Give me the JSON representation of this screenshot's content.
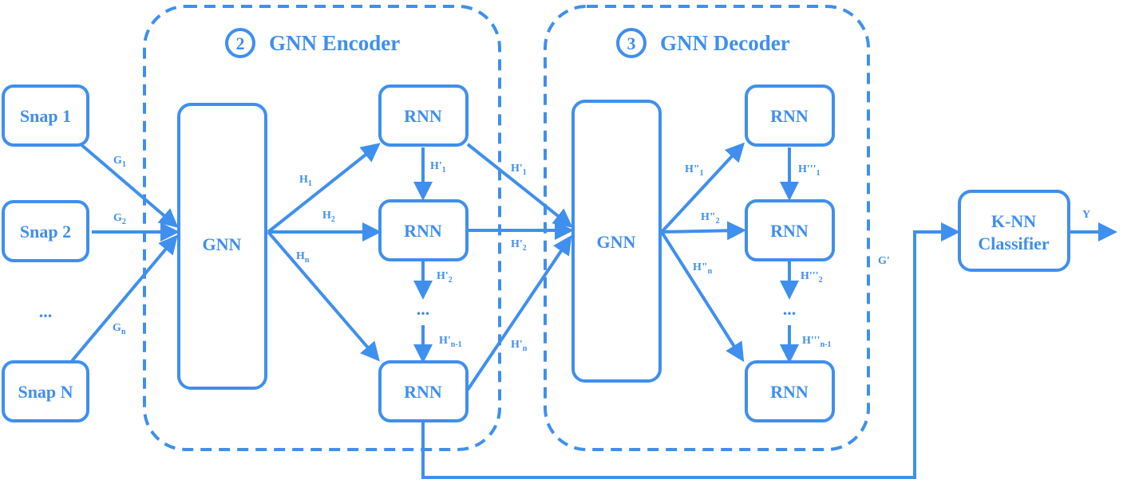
{
  "colors": {
    "accent": "#3f8fee",
    "background": "#ffffff"
  },
  "encoder": {
    "number": "2",
    "title": "GNN Encoder"
  },
  "decoder": {
    "number": "3",
    "title": "GNN Decoder"
  },
  "inputs": {
    "snap1": "Snap 1",
    "snap2": "Snap 2",
    "dots": "...",
    "snapN": "Snap N"
  },
  "edges": {
    "g1": {
      "base": "G",
      "sub": "1"
    },
    "g2": {
      "base": "G",
      "sub": "2"
    },
    "gn": {
      "base": "G",
      "sub": "n"
    },
    "h1": {
      "base": "H",
      "sub": "1"
    },
    "h2": {
      "base": "H",
      "sub": "2"
    },
    "hn": {
      "base": "H",
      "sub": "n"
    },
    "hp1_enc": {
      "base": "H'",
      "sub": "1"
    },
    "hp2_enc": {
      "base": "H'",
      "sub": "2"
    },
    "hpn1_enc": {
      "base": "H'",
      "sub": "n-1"
    },
    "hp1_out": {
      "base": "H'",
      "sub": "1"
    },
    "hp2_out": {
      "base": "H'",
      "sub": "2"
    },
    "hpn_out": {
      "base": "H'",
      "sub": "n"
    },
    "hpp1": {
      "base": "H\"",
      "sub": "1"
    },
    "hpp2": {
      "base": "H\"",
      "sub": "2"
    },
    "hppn": {
      "base": "H\"",
      "sub": "n"
    },
    "hppp1": {
      "base": "H'''",
      "sub": "1"
    },
    "hppp2": {
      "base": "H'''",
      "sub": "2"
    },
    "hpppn1": {
      "base": "H'''",
      "sub": "n-1"
    },
    "gprime": "G'",
    "y": "Y"
  },
  "nodes": {
    "gnn": "GNN",
    "rnn": "RNN",
    "dots": "...",
    "classifier_line1": "K-NN",
    "classifier_line2": "Classifier"
  }
}
